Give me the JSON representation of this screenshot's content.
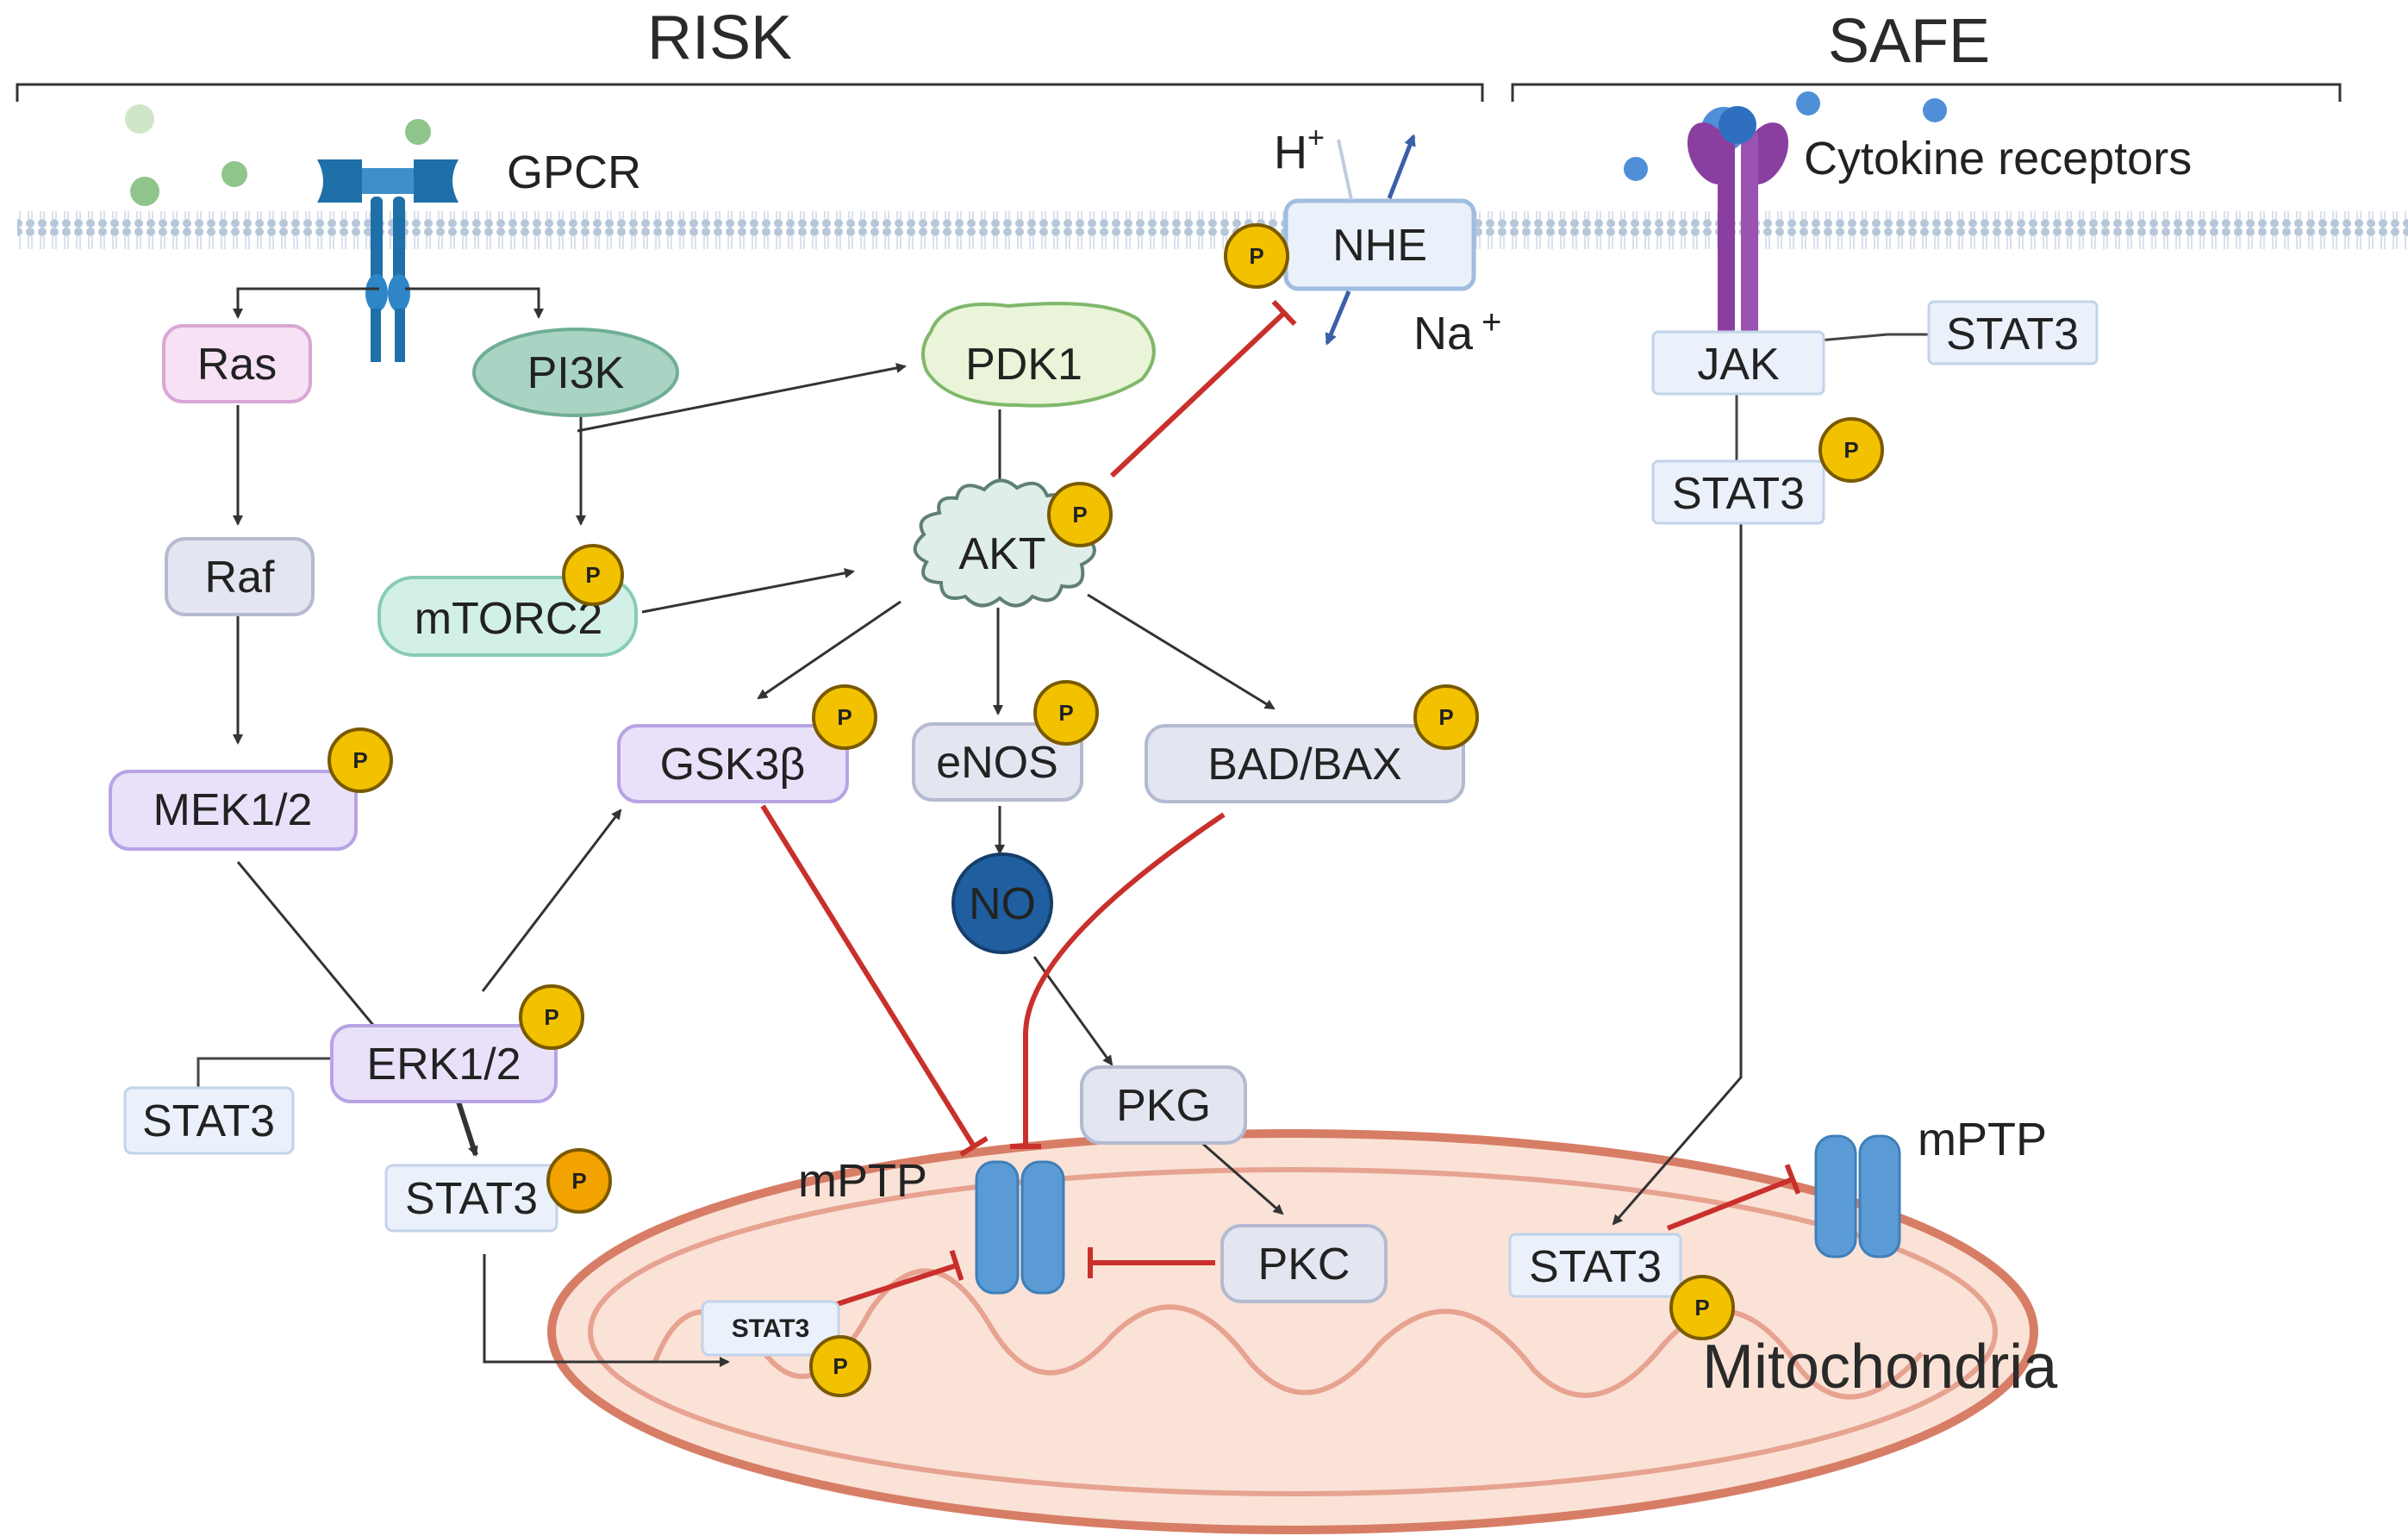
{
  "sections": {
    "risk": "RISK",
    "safe": "SAFE"
  },
  "receptors": {
    "gpcr": "GPCR",
    "cytokine": "Cytokine receptors"
  },
  "ions": {
    "h": "H",
    "h_sup": "+",
    "na": "Na",
    "na_sup": "+"
  },
  "nodes": {
    "ras": "Ras",
    "raf": "Raf",
    "mek": "MEK1/2",
    "erk": "ERK1/2",
    "stat3_erk_left": "STAT3",
    "stat3_erk_below": "STAT3",
    "stat3_mito_left": "STAT3",
    "pi3k": "PI3K",
    "mtorc2": "mTORC2",
    "pdk1": "PDK1",
    "akt": "AKT",
    "nhe": "NHE",
    "gsk3b": "GSK3β",
    "enos": "eNOS",
    "badbax": "BAD/BAX",
    "no": "NO",
    "pkg": "PKG",
    "pkc": "PKC",
    "jak": "JAK",
    "stat3_jak_right": "STAT3",
    "stat3_jak_below": "STAT3",
    "stat3_mito_right": "STAT3"
  },
  "labels": {
    "mptp_left": "mPTP",
    "mptp_right": "mPTP",
    "mitochondria": "Mitochondria"
  },
  "phospho_label": "P",
  "colors": {
    "inhibition": "#c9302c",
    "activation": "#333333",
    "phospho_badge": "#f2c200",
    "membrane": "#b7c7da",
    "mito_fill": "#fae2d7",
    "mito_stroke": "#d77d66",
    "mptp": "#5b9bd5",
    "gpcr": "#1f6fa8",
    "cytokine_receptor": "#8a3fa0",
    "no": "#1f5fa0"
  }
}
